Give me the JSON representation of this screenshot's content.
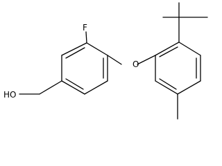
{
  "structure": {
    "atoms": {
      "fluorine": "F",
      "ether_oxygen": "O",
      "hydroxyl": "HO"
    }
  }
}
